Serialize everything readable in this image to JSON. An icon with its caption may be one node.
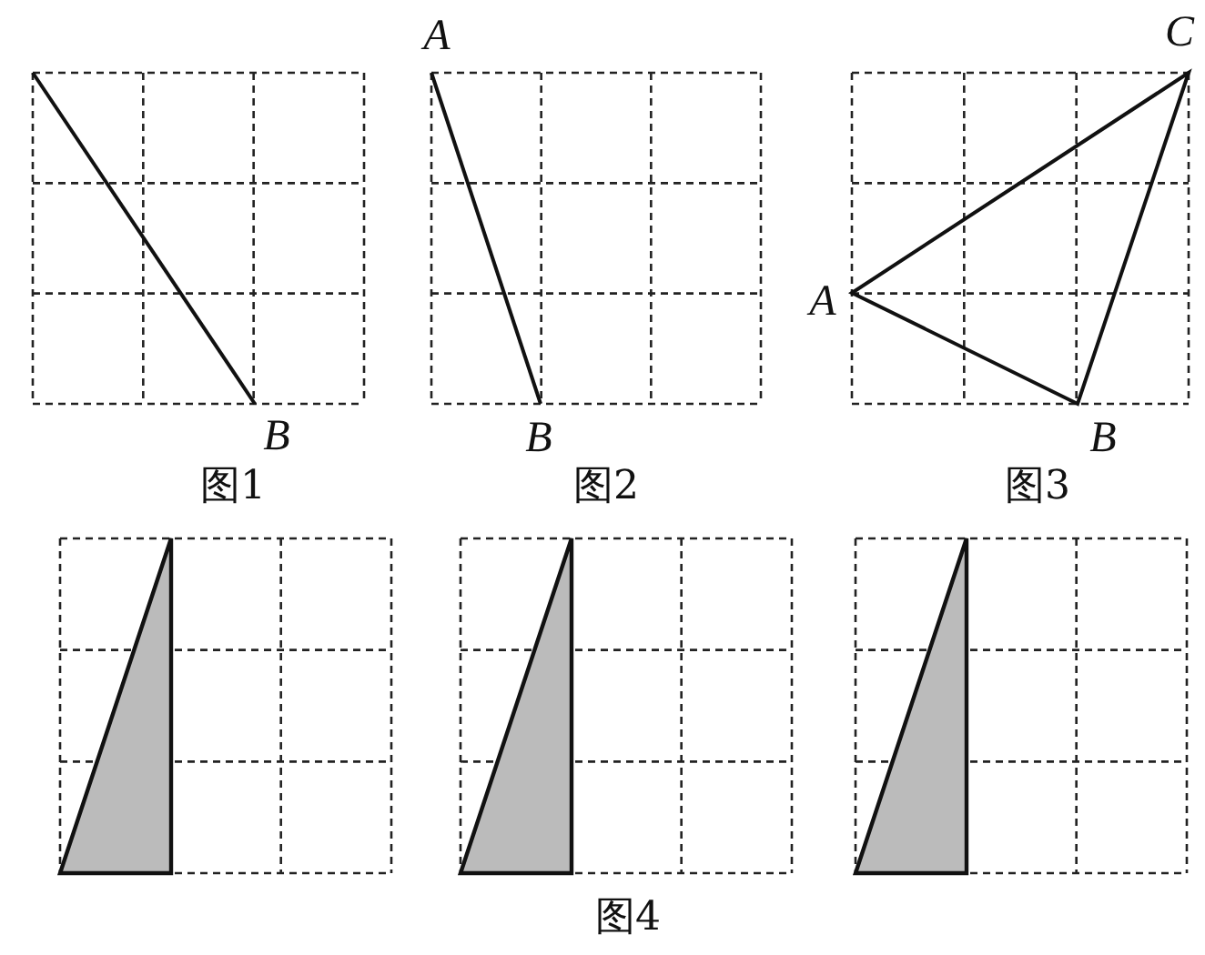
{
  "diagram": {
    "labels": [
      "A",
      "C",
      "A",
      "B",
      "B",
      "B",
      "图1",
      "图2",
      "图3",
      "图4"
    ]
  }
}
